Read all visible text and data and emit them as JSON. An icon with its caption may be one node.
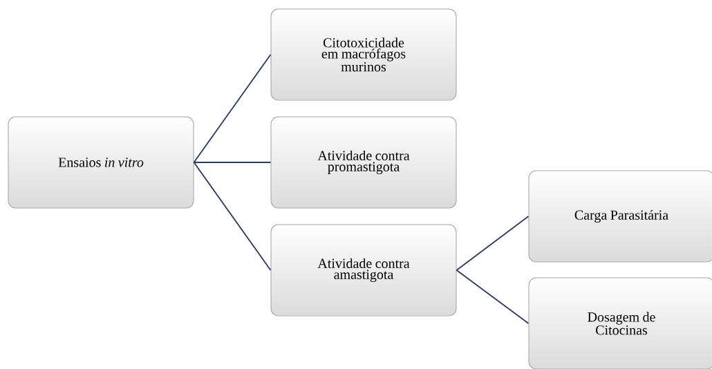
{
  "diagram": {
    "nodes": [
      {
        "text": [
          "Ensaios *in vitro*"
        ]
      },
      {
        "text": [
          "Citotoxicidade em macrófagos murinos"
        ]
      },
      {
        "text": [
          "Atividade contra promastigota"
        ]
      },
      {
        "text": [
          "Atividade contra amastigota"
        ]
      },
      {
        "text": [
          "Carga Parasitária"
        ]
      },
      {
        "text": [
          "Dosagem de Citocinas"
        ]
      }
    ],
    "edges": [
      {
        "from": 0,
        "to": 1,
        "arrow": "none"
      },
      {
        "from": 0,
        "to": 2,
        "arrow": "none"
      },
      {
        "from": 0,
        "to": 3,
        "arrow": "none"
      },
      {
        "from": 3,
        "to": 4,
        "arrow": "none"
      },
      {
        "from": 3,
        "to": 5,
        "arrow": "none"
      }
    ]
  }
}
